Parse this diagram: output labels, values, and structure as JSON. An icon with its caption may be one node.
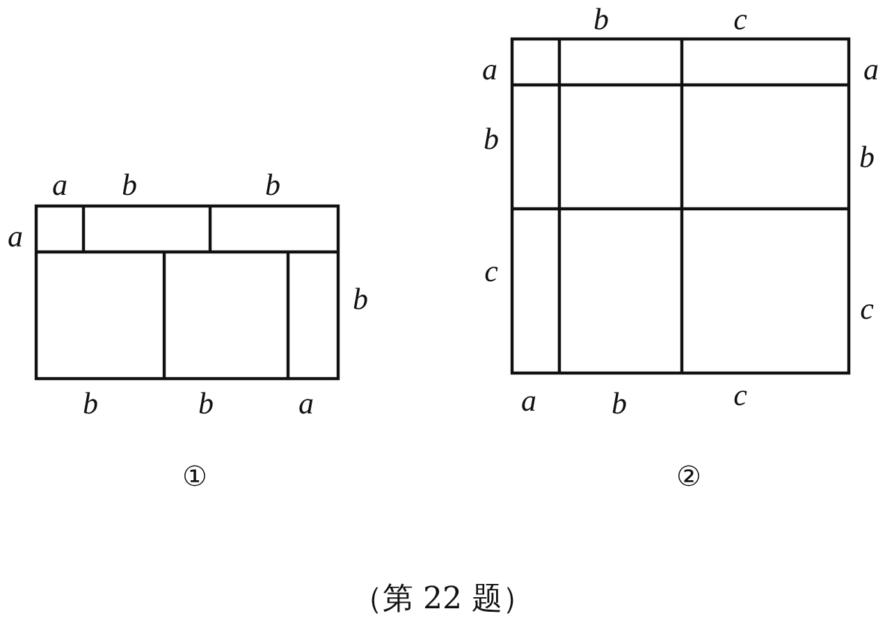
{
  "diagram": {
    "caption": "（第 22 题）",
    "labels": [
      "a",
      "b",
      "b",
      "a",
      "b",
      "b",
      "b",
      "a",
      "①",
      "b",
      "c",
      "a",
      "a",
      "b",
      "b",
      "c",
      "c",
      "a",
      "b",
      "c",
      "②"
    ]
  }
}
